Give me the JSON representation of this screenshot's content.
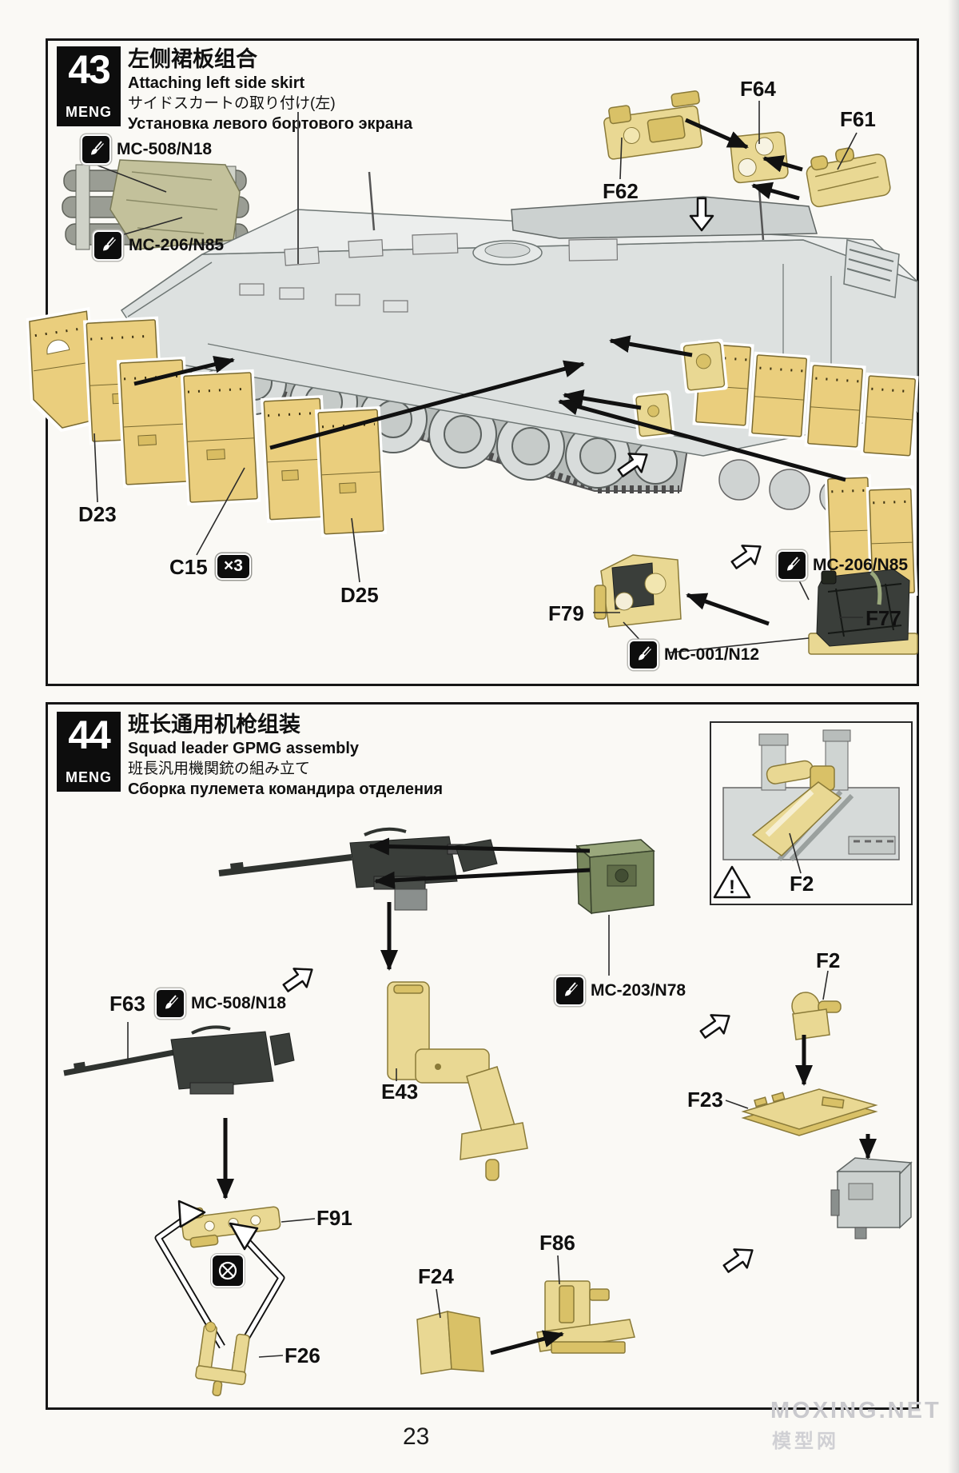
{
  "page": {
    "number": "23",
    "watermark_top": "MOXING.NET",
    "watermark_bottom": "模型网"
  },
  "colors": {
    "part_yellow": "#e9d893",
    "skirt_yellow": "#eace7d",
    "ammo_green": "#79885e",
    "gun_dark": "#3a3e3a",
    "frame_black": "#161616"
  },
  "step43": {
    "number": "43",
    "brand": "MENG",
    "title_zh": "左侧裙板组合",
    "title_en": "Attaching left side skirt",
    "title_ja": "サイドスカートの取り付け(左)",
    "title_ru": "Установка левого бортового экрана",
    "paint_tarp_top": "MC-508/N18",
    "paint_tarp_bottom": "MC-206/N85",
    "paint_can": "MC-206/N85",
    "paint_strap": "MC-001/N12",
    "label_f62": "F62",
    "label_f64": "F64",
    "label_f61": "F61",
    "label_d23": "D23",
    "label_c15": "C15",
    "qty_c15": "×3",
    "label_d25": "D25",
    "label_f79": "F79",
    "label_f77": "F77"
  },
  "step44": {
    "number": "44",
    "brand": "MENG",
    "title_zh": "班长通用机枪组装",
    "title_en": "Squad leader GPMG assembly",
    "title_ja": "班長汎用機関銃の組み立て",
    "title_ru": "Сборка пулемета командира отделения",
    "label_f63": "F63",
    "paint_gun": "MC-508/N18",
    "paint_ammo": "MC-203/N78",
    "label_e43": "E43",
    "label_f2_inset": "F2",
    "label_f2": "F2",
    "label_f23": "F23",
    "label_f91": "F91",
    "label_f26": "F26",
    "label_f24": "F24",
    "label_f86": "F86",
    "warning_mark": "!"
  }
}
